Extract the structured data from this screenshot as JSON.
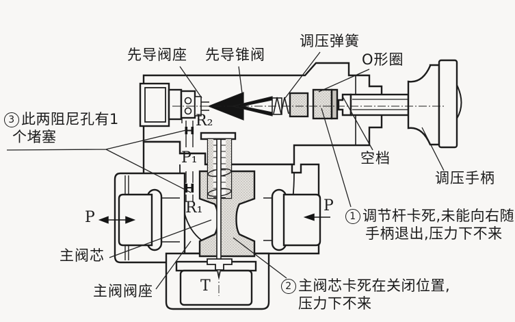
{
  "figure": {
    "type": "hydraulic-valve-cross-section",
    "background_color": "#f8f7f5",
    "line_color": "#1c1c1c",
    "shade_color": "#e3e1dd",
    "labels": {
      "pilot_seat": "先导阀座",
      "pilot_poppet": "先导锥阀",
      "pressure_spring": "调压弹簧",
      "o_ring": "O形圈",
      "neutral_gap": "空档",
      "handle": "调压手柄",
      "main_spool": "主阀芯",
      "main_seat": "主阀阀座",
      "port_p_left": "P",
      "port_p_right": "P",
      "port_t": "T",
      "r1": "R₁",
      "r2": "R₂",
      "p1": "P₁"
    },
    "notes": [
      {
        "num": "1",
        "lines": [
          "调节杆卡死,未能向右随",
          "手柄退出,压力下不来"
        ]
      },
      {
        "num": "2",
        "lines": [
          "主阀芯卡死在关闭位置,",
          "压力下不来"
        ]
      },
      {
        "num": "3",
        "lines": [
          "此两阻尼孔有1",
          "个堵塞"
        ]
      }
    ]
  }
}
